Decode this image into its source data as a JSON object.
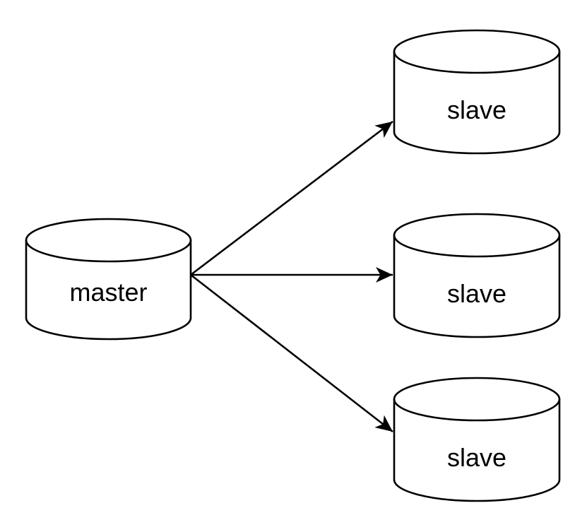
{
  "diagram": {
    "type": "database-replication",
    "colors": {
      "background": "#ffffff",
      "shape_fill": "#ffffff",
      "stroke": "#000000",
      "text": "#000000"
    },
    "nodes": [
      {
        "id": "master",
        "label": "master",
        "shape": "cylinder"
      },
      {
        "id": "slave-1",
        "label": "slave",
        "shape": "cylinder"
      },
      {
        "id": "slave-2",
        "label": "slave",
        "shape": "cylinder"
      },
      {
        "id": "slave-3",
        "label": "slave",
        "shape": "cylinder"
      }
    ],
    "edges": [
      {
        "from": "master",
        "to": "slave-1",
        "style": "solid-arrow"
      },
      {
        "from": "master",
        "to": "slave-2",
        "style": "solid-arrow"
      },
      {
        "from": "master",
        "to": "slave-3",
        "style": "solid-arrow"
      }
    ]
  }
}
